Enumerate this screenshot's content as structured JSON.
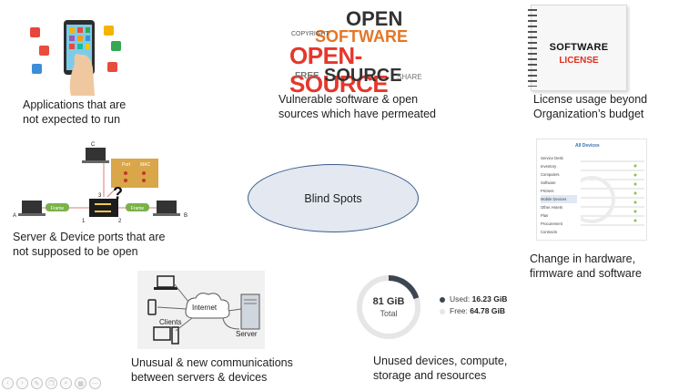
{
  "center": {
    "label": "Blind Spots"
  },
  "captions": {
    "apps": [
      "Applications that are",
      "not expected to run"
    ],
    "open_source": [
      "Vulnerable software & open",
      "sources which have permeated"
    ],
    "license": [
      "License usage beyond",
      "Organization’s budget"
    ],
    "ports": [
      "Server & Device ports that are",
      "not supposed to be open"
    ],
    "hardware": [
      "Change in hardware,",
      "firmware and software"
    ],
    "comms": [
      "Unusual & new communications",
      "between servers & devices"
    ],
    "devices": [
      "Unused devices, compute,",
      "storage and resources"
    ]
  },
  "word_cloud": {
    "main": "OPEN-SOURCE",
    "words": [
      "OPEN",
      "SOFTWARE",
      "SOURCE",
      "FREE",
      "COPYRIGHT",
      "SHARE"
    ]
  },
  "license_book": {
    "title": "SOFTWARE",
    "subtitle": "LICENSE"
  },
  "network": {
    "nodes": [
      "A",
      "B",
      "C",
      "1",
      "2",
      "3"
    ],
    "link_labels": [
      "Frame",
      "Frame"
    ],
    "popup_labels": [
      "Port",
      "MAC"
    ],
    "question": "?"
  },
  "comms_diagram": {
    "cloud": "Internet",
    "clients": "Clients",
    "server": "Server"
  },
  "storage": {
    "total_value": "81 GiB",
    "total_label": "Total",
    "used_label": "Used:",
    "used_value": "16.23 GiB",
    "free_label": "Free:",
    "free_value": "64.78 GiB",
    "used_fraction": 0.2,
    "used_color": "#3d4650",
    "free_color": "#e6e6e6"
  },
  "software_panel": {
    "header": "All Devices",
    "menu": [
      "Service Desk",
      "Inventory",
      "Computers",
      "Software",
      "Printers",
      "Mobile Devices",
      "Other Assets",
      "Plan",
      "Procurement",
      "Contracts"
    ]
  },
  "toolbar": {
    "icons": [
      "back-icon",
      "forward-icon",
      "pen-icon",
      "copy-icon",
      "zoom-icon",
      "grid-icon",
      "more-icon"
    ]
  }
}
